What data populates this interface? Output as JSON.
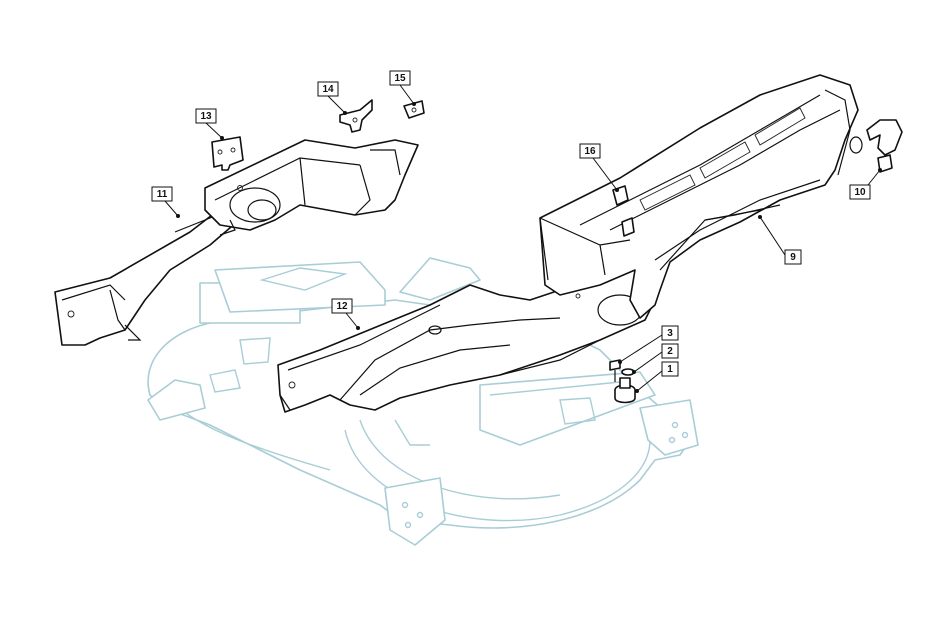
{
  "diagram": {
    "callouts": [
      {
        "id": "1",
        "label": "1"
      },
      {
        "id": "2",
        "label": "2"
      },
      {
        "id": "3",
        "label": "3"
      },
      {
        "id": "9",
        "label": "9"
      },
      {
        "id": "10",
        "label": "10"
      },
      {
        "id": "11",
        "label": "11"
      },
      {
        "id": "12",
        "label": "12"
      },
      {
        "id": "13",
        "label": "13"
      },
      {
        "id": "14",
        "label": "14"
      },
      {
        "id": "15",
        "label": "15"
      },
      {
        "id": "16",
        "label": "16"
      }
    ],
    "colors": {
      "part_stroke": "#111111",
      "background_stroke": "#a9cdd6",
      "background": "#ffffff"
    }
  }
}
